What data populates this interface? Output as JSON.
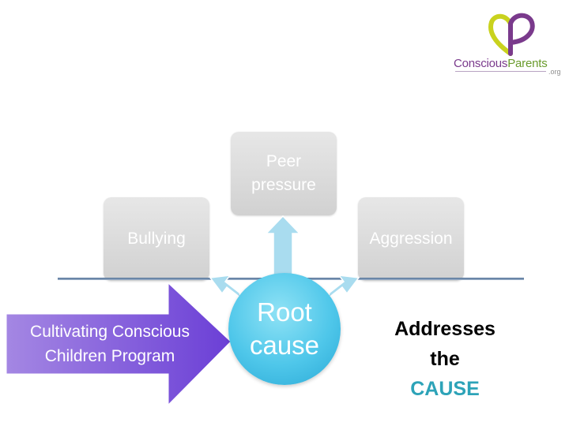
{
  "logo": {
    "name_part1": "Conscious",
    "name_part2": "Parents",
    "tld": ".org",
    "colors": {
      "heart_green": "#c9d21e",
      "heart_purple": "#7a3a8c",
      "text_purple": "#7a3a8c",
      "text_green": "#6a9b2c"
    }
  },
  "diagram": {
    "effects": [
      {
        "label": "Bullying"
      },
      {
        "label_line1": "Peer",
        "label_line2": "pressure"
      },
      {
        "label": "Aggression"
      }
    ],
    "root": {
      "line1": "Root",
      "line2": "cause"
    },
    "program": {
      "line1": "Cultivating Conscious",
      "line2": "Children Program"
    },
    "result": {
      "line1": "Addresses",
      "line2": "the",
      "line3": "CAUSE"
    },
    "colors": {
      "box_fill": "#dcdcdc",
      "circle_fill": "#4fc7ea",
      "arrow_fill": "#a9dcef",
      "program_arrow_start": "#6b3fd6",
      "program_arrow_end": "#a487e3",
      "baseline": "#4f6f95",
      "cause_accent": "#2da3b8"
    }
  }
}
